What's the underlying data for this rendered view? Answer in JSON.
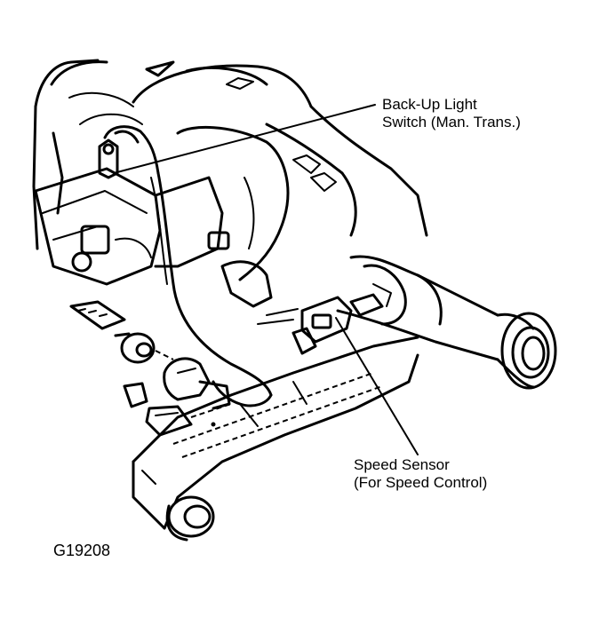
{
  "callouts": {
    "backup_switch": {
      "line1": "Back-Up Light",
      "line2": "Switch (Man. Trans.)"
    },
    "speed_sensor": {
      "line1": "Speed Sensor",
      "line2": "(For Speed Control)"
    }
  },
  "figure_id": "G19208",
  "colors": {
    "ink": "#000000",
    "background": "#ffffff"
  }
}
